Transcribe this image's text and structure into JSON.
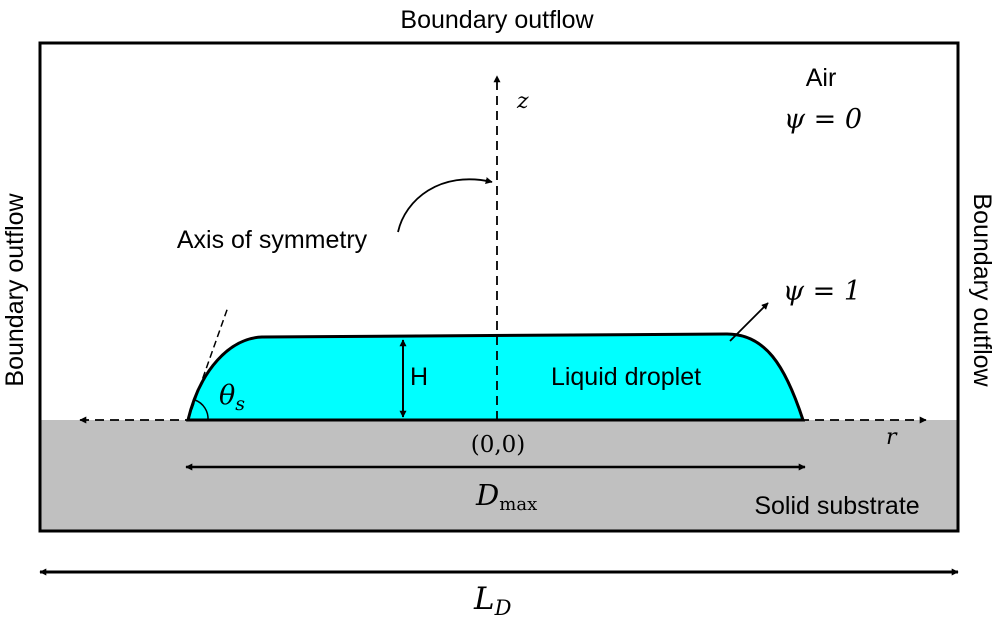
{
  "labels": {
    "top_boundary": "Boundary outflow",
    "left_boundary": "Boundary outflow",
    "right_boundary": "Boundary outflow",
    "air": "Air",
    "psi_air": "ψ = 0",
    "psi_liquid": "ψ = 1",
    "axis_symmetry": "Axis of symmetry",
    "z_axis": "z",
    "r_axis": "r",
    "height": "H",
    "liquid": "Liquid droplet",
    "theta_main": "θ",
    "theta_sub": "s",
    "origin": "(0,0)",
    "dmax_main": "D",
    "dmax_sub": "max",
    "substrate": "Solid substrate",
    "ld_main": "L",
    "ld_sub": "D"
  },
  "colors": {
    "droplet": "#00FFFF",
    "substrate": "#C0C0C0",
    "stroke": "#000000"
  }
}
